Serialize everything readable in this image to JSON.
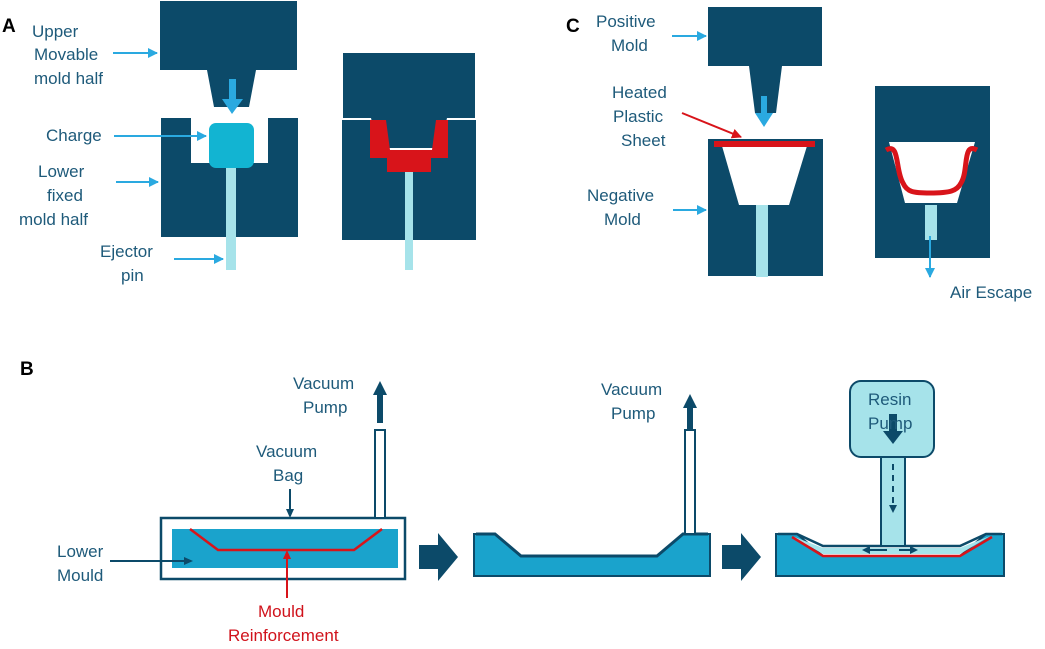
{
  "colors": {
    "navy": "#0c4a69",
    "cyan": "#1aa3cc",
    "charge": "#12b4d2",
    "pale": "#a6e3ea",
    "red": "#d8141a",
    "arrow": "#2aa9e0",
    "text": "#1e5a7a"
  },
  "panels": {
    "a": "A",
    "b": "B",
    "c": "C"
  },
  "panel_a": {
    "upper_1": "Upper",
    "upper_2": "Movable",
    "upper_3": "mold half",
    "charge": "Charge",
    "lower_1": "Lower",
    "lower_2": "fixed",
    "lower_3": "mold half",
    "ejector_1": "Ejector",
    "ejector_2": "pin"
  },
  "panel_c": {
    "positive_1": "Positive",
    "positive_2": "Mold",
    "heated_1": "Heated",
    "heated_2": "Plastic",
    "heated_3": "Sheet",
    "negative_1": "Negative",
    "negative_2": "Mold",
    "air": "Air Escape"
  },
  "panel_b": {
    "vp1_1": "Vacuum",
    "vp1_2": "Pump",
    "bag_1": "Vacuum",
    "bag_2": "Bag",
    "lower_1": "Lower",
    "lower_2": "Mould",
    "reinf_1": "Mould",
    "reinf_2": "Reinforcement",
    "vp2_1": "Vacuum",
    "vp2_2": "Pump",
    "resin_1": "Resin",
    "resin_2": "Pump"
  }
}
